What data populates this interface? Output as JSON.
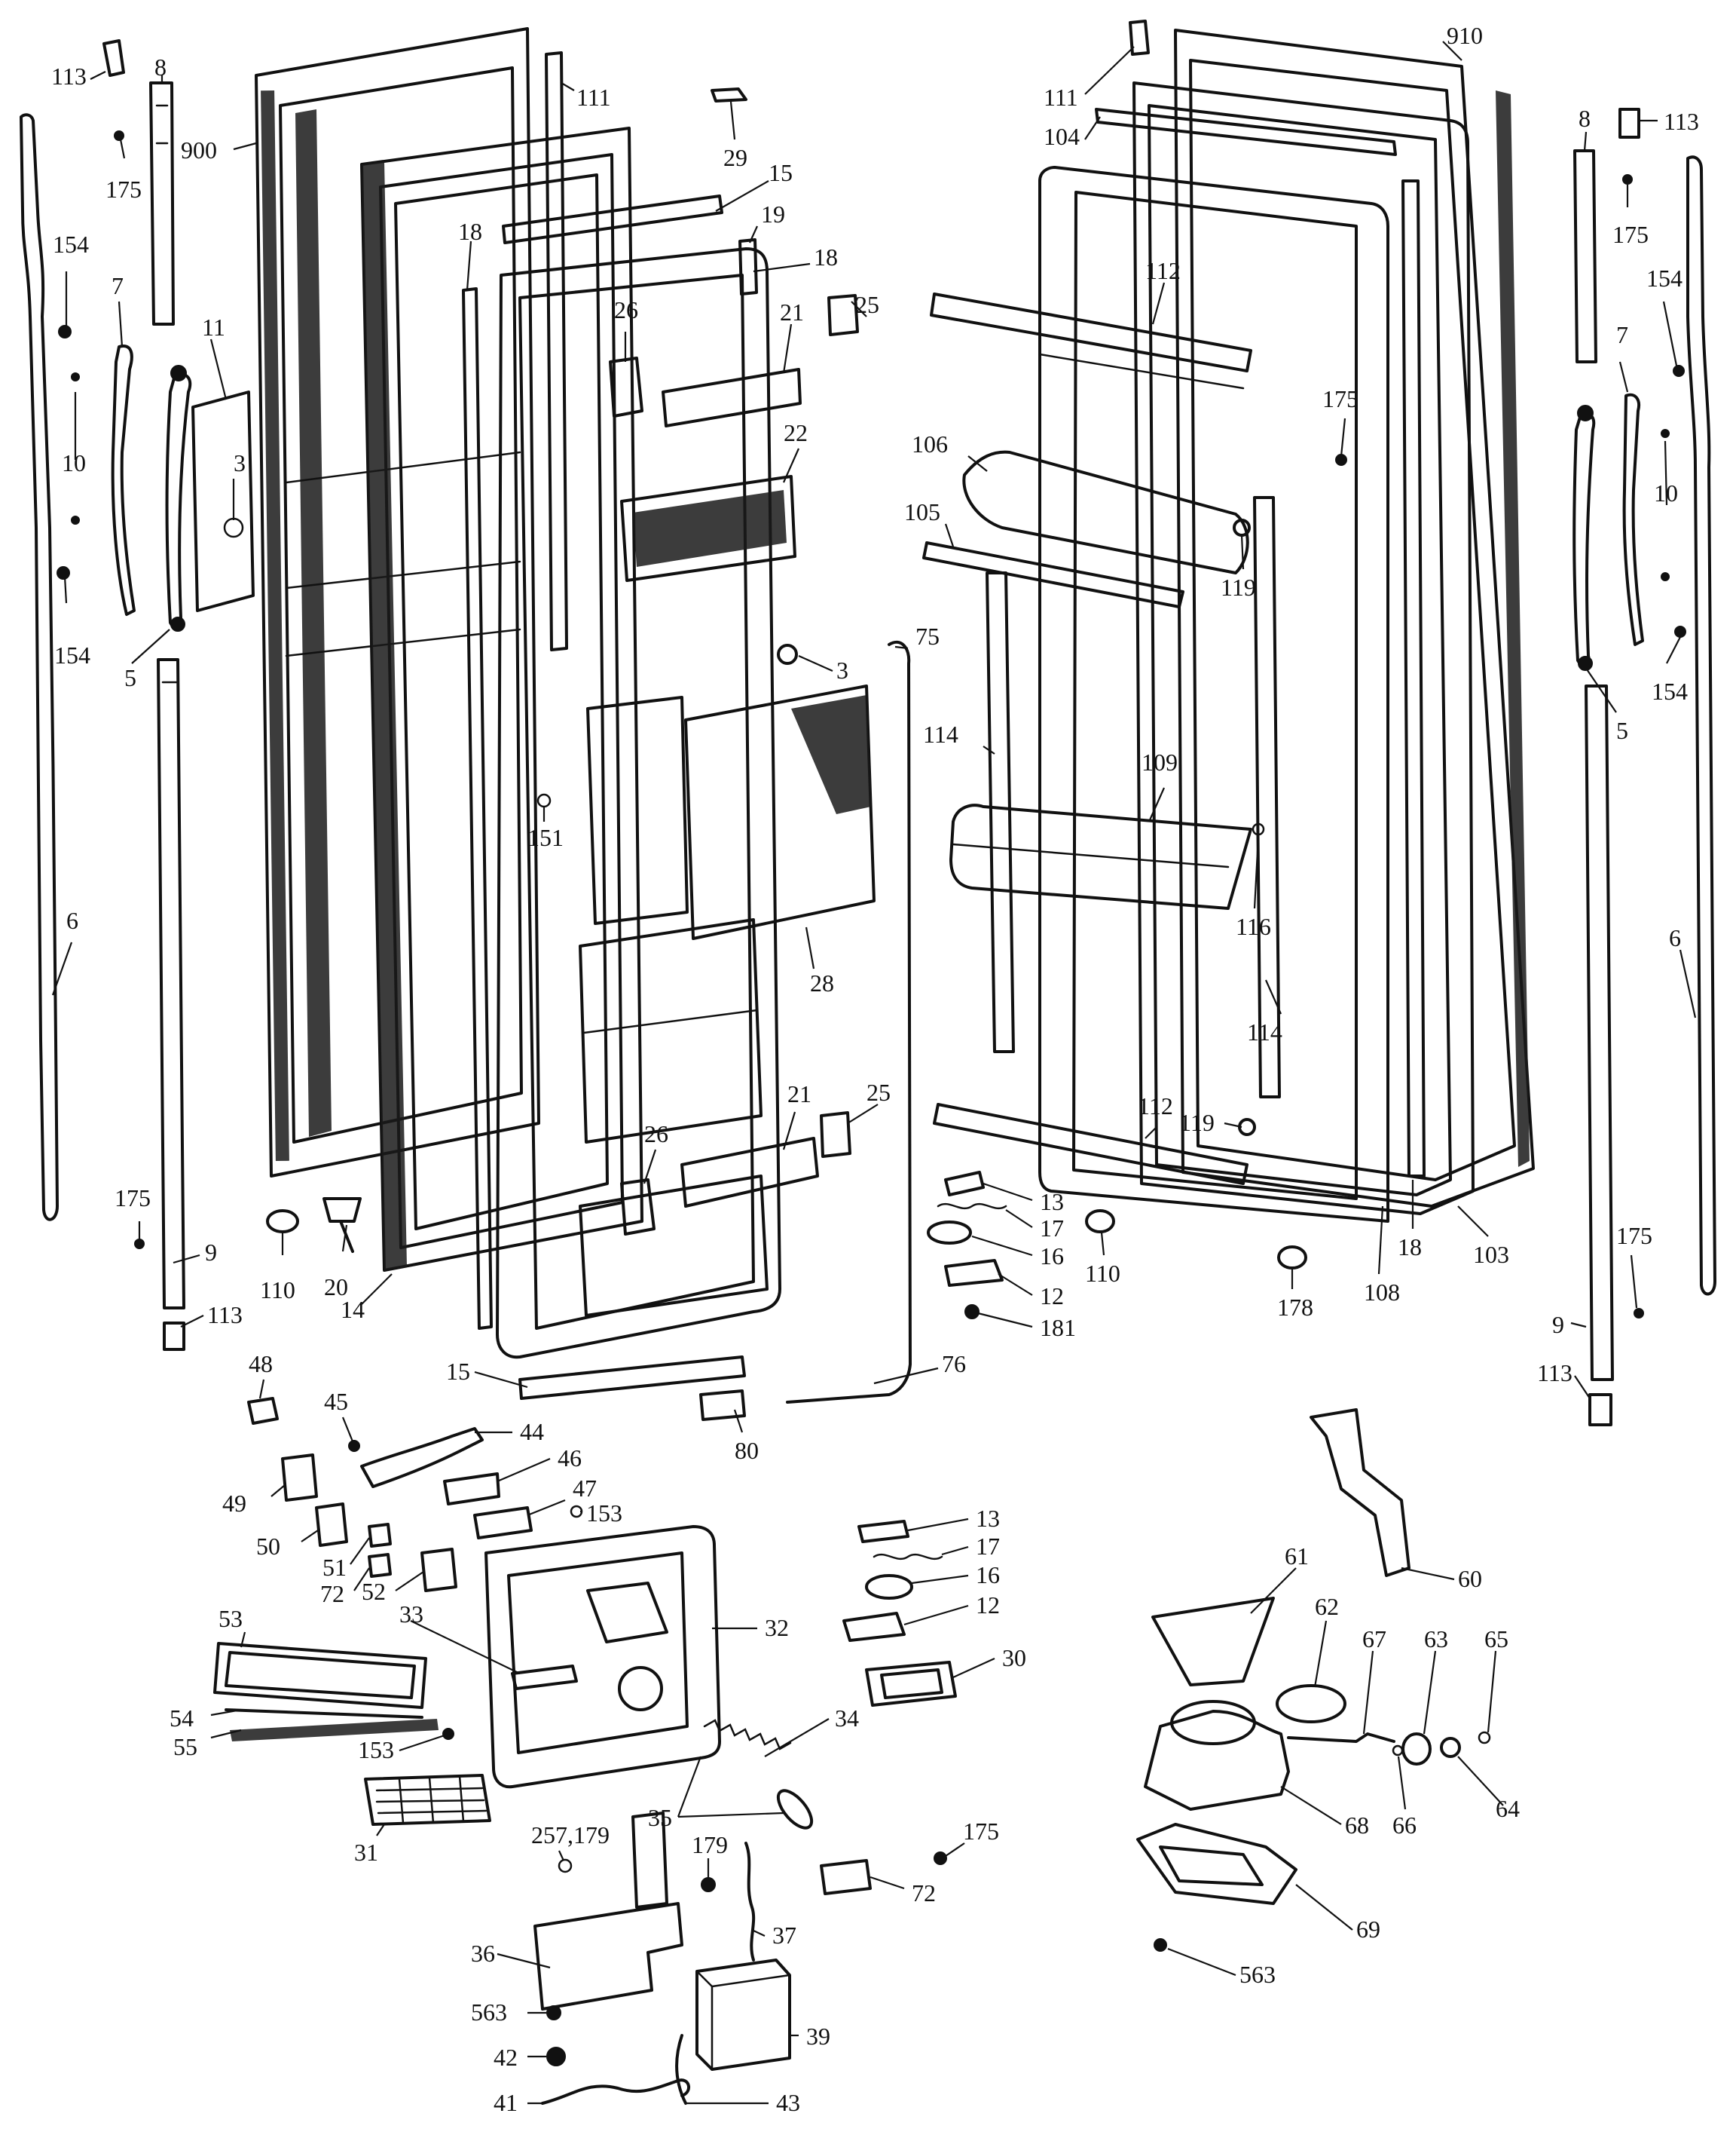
{
  "labels": [
    {
      "id": "l113a",
      "text": "113"
    },
    {
      "id": "l8a",
      "text": "8"
    },
    {
      "id": "l900",
      "text": "900"
    },
    {
      "id": "l175a",
      "text": "175"
    },
    {
      "id": "l154a",
      "text": "154"
    },
    {
      "id": "l7a",
      "text": "7"
    },
    {
      "id": "l11",
      "text": "11"
    },
    {
      "id": "l10a",
      "text": "10"
    },
    {
      "id": "l3a",
      "text": "3"
    },
    {
      "id": "l154b",
      "text": "154"
    },
    {
      "id": "l5a",
      "text": "5"
    },
    {
      "id": "l6a",
      "text": "6"
    },
    {
      "id": "l175b",
      "text": "175"
    },
    {
      "id": "l9a",
      "text": "9"
    },
    {
      "id": "l113b",
      "text": "113"
    },
    {
      "id": "l110a",
      "text": "110"
    },
    {
      "id": "l20",
      "text": "20"
    },
    {
      "id": "l14",
      "text": "14"
    },
    {
      "id": "l111a",
      "text": "111"
    },
    {
      "id": "l29",
      "text": "29"
    },
    {
      "id": "l15a",
      "text": "15"
    },
    {
      "id": "l19",
      "text": "19"
    },
    {
      "id": "l18a",
      "text": "18"
    },
    {
      "id": "l18b",
      "text": "18"
    },
    {
      "id": "l26a",
      "text": "26"
    },
    {
      "id": "l21a",
      "text": "21"
    },
    {
      "id": "l25a",
      "text": "25"
    },
    {
      "id": "l22",
      "text": "22"
    },
    {
      "id": "l3b",
      "text": "3"
    },
    {
      "id": "l75",
      "text": "75"
    },
    {
      "id": "l151",
      "text": "151"
    },
    {
      "id": "l28",
      "text": "28"
    },
    {
      "id": "l25b",
      "text": "25"
    },
    {
      "id": "l21b",
      "text": "21"
    },
    {
      "id": "l26b",
      "text": "26"
    },
    {
      "id": "l15b",
      "text": "15"
    },
    {
      "id": "l76",
      "text": "76"
    },
    {
      "id": "l80",
      "text": "80"
    },
    {
      "id": "l111b",
      "text": "111"
    },
    {
      "id": "l910",
      "text": "910"
    },
    {
      "id": "l104",
      "text": "104"
    },
    {
      "id": "l112a",
      "text": "112"
    },
    {
      "id": "l175c",
      "text": "175"
    },
    {
      "id": "l106",
      "text": "106"
    },
    {
      "id": "l105",
      "text": "105"
    },
    {
      "id": "l119a",
      "text": "119"
    },
    {
      "id": "l114a",
      "text": "114"
    },
    {
      "id": "l109",
      "text": "109"
    },
    {
      "id": "l116",
      "text": "116"
    },
    {
      "id": "l114b",
      "text": "114"
    },
    {
      "id": "l112b",
      "text": "112"
    },
    {
      "id": "l119b",
      "text": "119"
    },
    {
      "id": "l13a",
      "text": "13"
    },
    {
      "id": "l17a",
      "text": "17"
    },
    {
      "id": "l16a",
      "text": "16"
    },
    {
      "id": "l12a",
      "text": "12"
    },
    {
      "id": "l181",
      "text": "181"
    },
    {
      "id": "l110b",
      "text": "110"
    },
    {
      "id": "l178",
      "text": "178"
    },
    {
      "id": "l108",
      "text": "108"
    },
    {
      "id": "l18c",
      "text": "18"
    },
    {
      "id": "l103",
      "text": "103"
    },
    {
      "id": "l113c",
      "text": "113"
    },
    {
      "id": "l8b",
      "text": "8"
    },
    {
      "id": "l175d",
      "text": "175"
    },
    {
      "id": "l154c",
      "text": "154"
    },
    {
      "id": "l7b",
      "text": "7"
    },
    {
      "id": "l10b",
      "text": "10"
    },
    {
      "id": "l154d",
      "text": "154"
    },
    {
      "id": "l5b",
      "text": "5"
    },
    {
      "id": "l6b",
      "text": "6"
    },
    {
      "id": "l175e",
      "text": "175"
    },
    {
      "id": "l9b",
      "text": "9"
    },
    {
      "id": "l113d",
      "text": "113"
    },
    {
      "id": "l48",
      "text": "48"
    },
    {
      "id": "l45",
      "text": "45"
    },
    {
      "id": "l44",
      "text": "44"
    },
    {
      "id": "l46",
      "text": "46"
    },
    {
      "id": "l47",
      "text": "47"
    },
    {
      "id": "l153a",
      "text": "153"
    },
    {
      "id": "l49",
      "text": "49"
    },
    {
      "id": "l50",
      "text": "50"
    },
    {
      "id": "l51",
      "text": "51"
    },
    {
      "id": "l72a",
      "text": "72"
    },
    {
      "id": "l52",
      "text": "52"
    },
    {
      "id": "l53",
      "text": "53"
    },
    {
      "id": "l33",
      "text": "33"
    },
    {
      "id": "l32",
      "text": "32"
    },
    {
      "id": "l54",
      "text": "54"
    },
    {
      "id": "l55",
      "text": "55"
    },
    {
      "id": "l153b",
      "text": "153"
    },
    {
      "id": "l31",
      "text": "31"
    },
    {
      "id": "l34",
      "text": "34"
    },
    {
      "id": "l35",
      "text": "35"
    },
    {
      "id": "l13b",
      "text": "13"
    },
    {
      "id": "l17b",
      "text": "17"
    },
    {
      "id": "l16b",
      "text": "16"
    },
    {
      "id": "l12b",
      "text": "12"
    },
    {
      "id": "l30",
      "text": "30"
    },
    {
      "id": "l175f",
      "text": "175"
    },
    {
      "id": "l72b",
      "text": "72"
    },
    {
      "id": "l257",
      "text": "257,179"
    },
    {
      "id": "l179",
      "text": "179"
    },
    {
      "id": "l36",
      "text": "36"
    },
    {
      "id": "l37",
      "text": "37"
    },
    {
      "id": "l563a",
      "text": "563"
    },
    {
      "id": "l39",
      "text": "39"
    },
    {
      "id": "l42",
      "text": "42"
    },
    {
      "id": "l41",
      "text": "41"
    },
    {
      "id": "l43",
      "text": "43"
    },
    {
      "id": "l60",
      "text": "60"
    },
    {
      "id": "l61",
      "text": "61"
    },
    {
      "id": "l62",
      "text": "62"
    },
    {
      "id": "l67",
      "text": "67"
    },
    {
      "id": "l63",
      "text": "63"
    },
    {
      "id": "l65",
      "text": "65"
    },
    {
      "id": "l68",
      "text": "68"
    },
    {
      "id": "l66",
      "text": "66"
    },
    {
      "id": "l64",
      "text": "64"
    },
    {
      "id": "l69",
      "text": "69"
    },
    {
      "id": "l563b",
      "text": "563"
    }
  ]
}
